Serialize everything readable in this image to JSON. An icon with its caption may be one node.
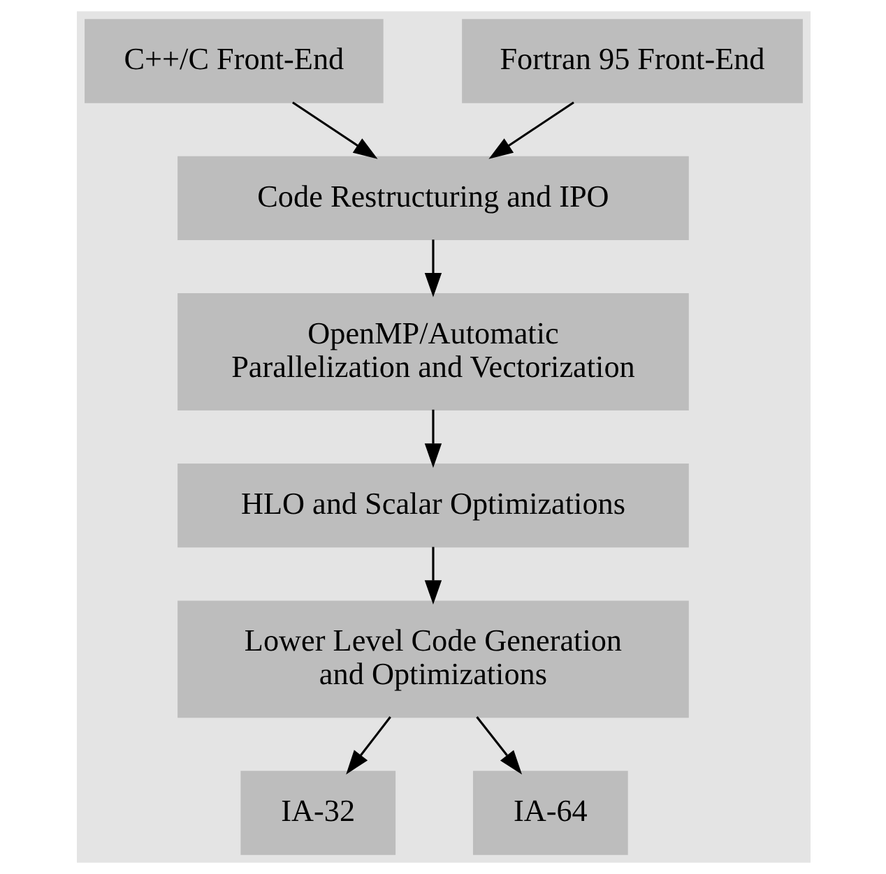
{
  "diagram": {
    "nodes": [
      {
        "text": [
          "C++/C Front-End"
        ]
      },
      {
        "text": [
          "Fortran 95 Front-End"
        ]
      },
      {
        "text": [
          "Code Restructuring and IPO"
        ]
      },
      {
        "text": [
          "OpenMP/Automatic Parallelization and Vectorization"
        ]
      },
      {
        "text": [
          "HLO and Scalar Optimizations"
        ]
      },
      {
        "text": [
          "Lower Level Code Generation and Optimizations"
        ]
      },
      {
        "text": [
          "IA-32"
        ]
      },
      {
        "text": [
          "IA-64"
        ]
      }
    ],
    "edges": [
      {
        "from": 0,
        "to": 2,
        "arrow": "to"
      },
      {
        "from": 1,
        "to": 2,
        "arrow": "to"
      },
      {
        "from": 2,
        "to": 3,
        "arrow": "to"
      },
      {
        "from": 3,
        "to": 4,
        "arrow": "to"
      },
      {
        "from": 4,
        "to": 5,
        "arrow": "to"
      },
      {
        "from": 5,
        "to": 6,
        "arrow": "to"
      },
      {
        "from": 5,
        "to": 7,
        "arrow": "to"
      }
    ]
  }
}
